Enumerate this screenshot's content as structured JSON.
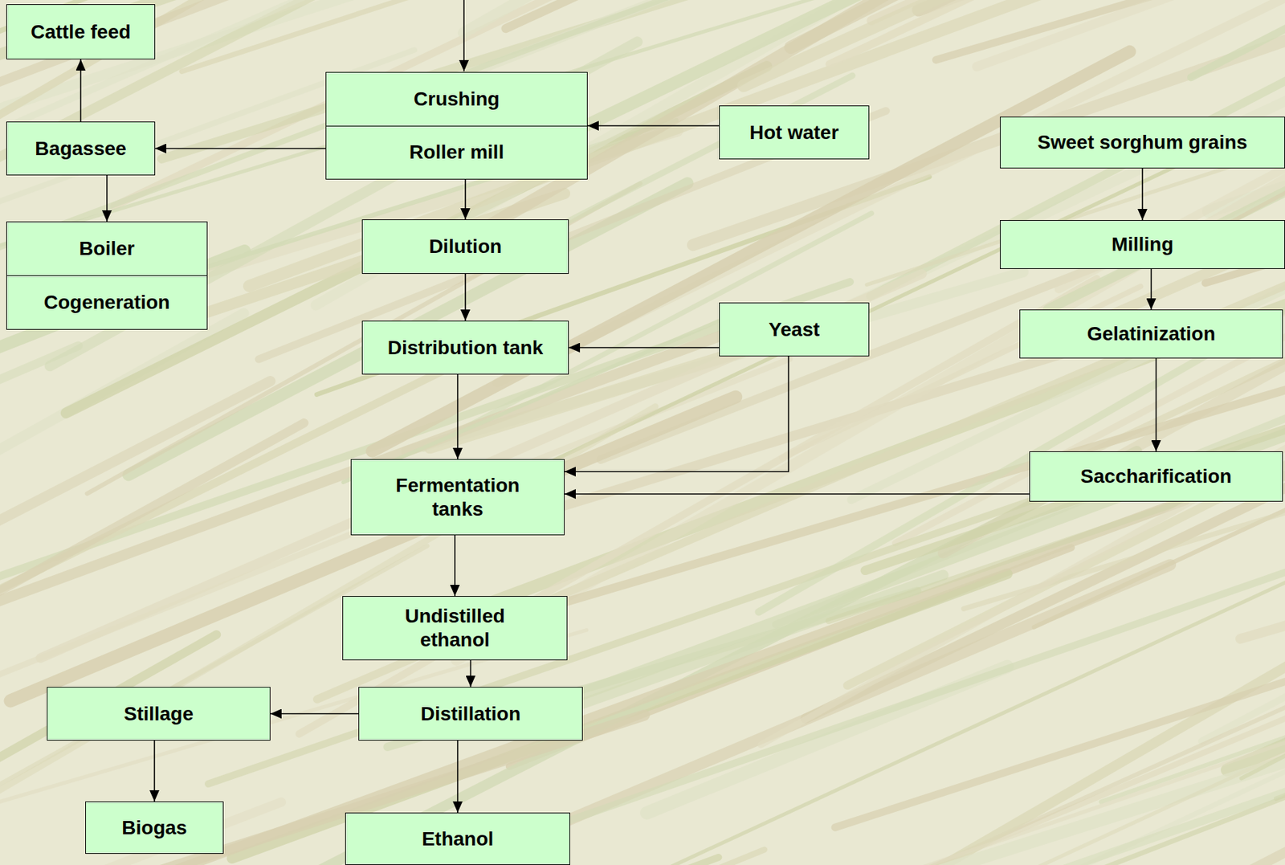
{
  "diagram": {
    "nodes": [
      {
        "text": [
          "Cattle feed"
        ]
      },
      {
        "text": [
          "Crushing",
          "Roller mill"
        ]
      },
      {
        "text": [
          "Hot water"
        ]
      },
      {
        "text": [
          "Bagassee"
        ]
      },
      {
        "text": [
          "Sweet sorghum grains"
        ]
      },
      {
        "text": [
          "Boiler",
          "Cogeneration"
        ]
      },
      {
        "text": [
          "Dilution"
        ]
      },
      {
        "text": [
          "Milling"
        ]
      },
      {
        "text": [
          "Yeast"
        ]
      },
      {
        "text": [
          "Gelatinization"
        ]
      },
      {
        "text": [
          "Distribution tank"
        ]
      },
      {
        "text": [
          "Saccharification"
        ]
      },
      {
        "text": [
          "Fermentation tanks"
        ]
      },
      {
        "text": [
          "Undistilled ethanol"
        ]
      },
      {
        "text": [
          "Stillage"
        ]
      },
      {
        "text": [
          "Distillation"
        ]
      },
      {
        "text": [
          "Biogas"
        ]
      },
      {
        "text": [
          "Ethanol"
        ]
      }
    ],
    "edges": [
      {
        "from": 3,
        "to": 0,
        "arrow": "to"
      },
      {
        "from": 1,
        "to": 3,
        "arrow": "to"
      },
      {
        "from": 2,
        "to": 1,
        "arrow": "to"
      },
      {
        "from": 3,
        "to": 5,
        "arrow": "to"
      },
      {
        "from": 1,
        "to": 6,
        "arrow": "to"
      },
      {
        "from": 6,
        "to": 10,
        "arrow": "to"
      },
      {
        "from": 8,
        "to": 10,
        "arrow": "to"
      },
      {
        "from": 10,
        "to": 12,
        "arrow": "to"
      },
      {
        "from": 8,
        "to": 12,
        "arrow": "to"
      },
      {
        "from": 4,
        "to": 7,
        "arrow": "to"
      },
      {
        "from": 7,
        "to": 9,
        "arrow": "to"
      },
      {
        "from": 9,
        "to": 11,
        "arrow": "to"
      },
      {
        "from": 11,
        "to": 12,
        "arrow": "to"
      },
      {
        "from": 12,
        "to": 13,
        "arrow": "to"
      },
      {
        "from": 13,
        "to": 15,
        "arrow": "to"
      },
      {
        "from": 15,
        "to": 14,
        "arrow": "to"
      },
      {
        "from": 14,
        "to": 16,
        "arrow": "to"
      },
      {
        "from": 15,
        "to": 17,
        "arrow": "to"
      }
    ]
  }
}
